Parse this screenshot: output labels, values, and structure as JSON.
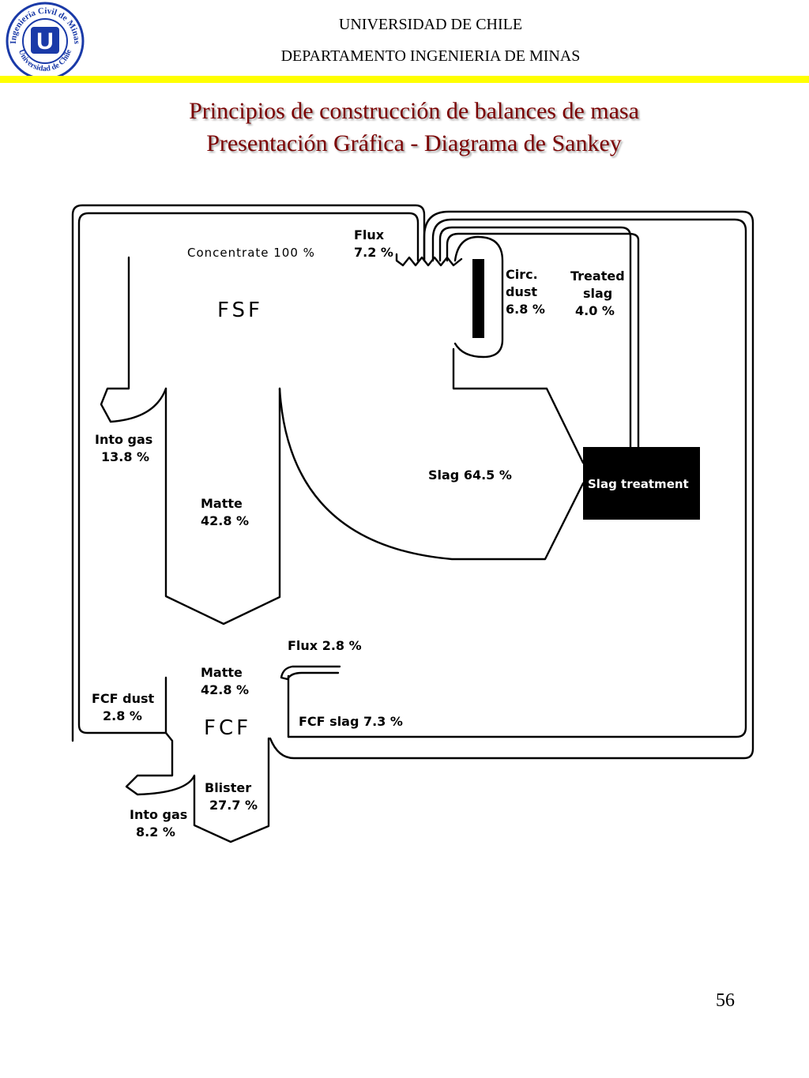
{
  "header": {
    "university": "UNIVERSIDAD DE CHILE",
    "department": "DEPARTAMENTO   INGENIERIA DE  MINAS",
    "logo_text_top": "Ingeniería Civil de Minas",
    "logo_text_bottom": "Universidad de Chile",
    "logo_letter": "U",
    "accent_color": "#ffff00",
    "logo_color": "#1a3aa8"
  },
  "title": {
    "line1": "Principios de construcción de balances de masa",
    "line2": "Presentación Gráfica  - Diagrama de Sankey",
    "color": "#7a0000"
  },
  "diagram": {
    "concentrate": "Concentrate 100 %",
    "fsf": "FSF",
    "flux1_name": "Flux",
    "flux1_value": "7.2 %",
    "circ_name1": "Circ.",
    "circ_name2": "dust",
    "circ_value": "6.8 %",
    "treated_name1": "Treated",
    "treated_name2": "slag",
    "treated_value": "4.0 %",
    "gas1_name": "Into gas",
    "gas1_value": "13.8 %",
    "slag": "Slag 64.5 %",
    "slag_treatment": "Slag treatment",
    "matte1_name": "Matte",
    "matte1_value": "42.8 %",
    "flux2": "Flux 2.8 %",
    "matte2_name": "Matte",
    "matte2_value": "42.8 %",
    "fcf_dust_name": "FCF dust",
    "fcf_dust_value": "2.8 %",
    "fcf": "FCF",
    "fcf_slag": "FCF slag 7.3 %",
    "blister_name": "Blister",
    "blister_value": "27.7 %",
    "gas2_name": "Into gas",
    "gas2_value": "8.2 %"
  },
  "page_number": "56"
}
